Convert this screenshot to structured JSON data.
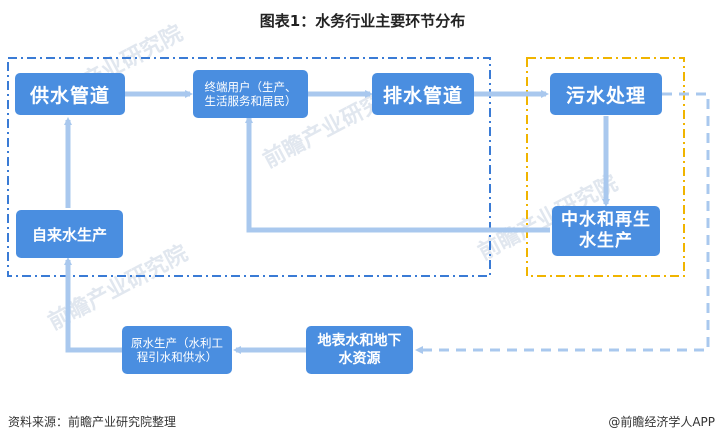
{
  "title": "图表1：水务行业主要环节分布",
  "nodes": {
    "supply_pipe": "供水管道",
    "end_user": "终端用户（生产、生活服务和居民）",
    "drain_pipe": "排水管道",
    "sewage": "污水处理",
    "tap_water": "自来水生产",
    "reclaimed": "中水和再生水生产",
    "raw_water": "原水生产（水利工程引水和供水）",
    "surface_water": "地表水和地下水资源"
  },
  "footer": {
    "source": "资料来源：前瞻产业研究院整理",
    "brand": "@前瞻经济学人APP"
  },
  "watermark": "前瞻产业研究院",
  "colors": {
    "box": "#4a8ee0",
    "arrow": "#a9c8ee",
    "blue_frame": "#3a7bd5",
    "yellow_frame": "#f0b400"
  }
}
